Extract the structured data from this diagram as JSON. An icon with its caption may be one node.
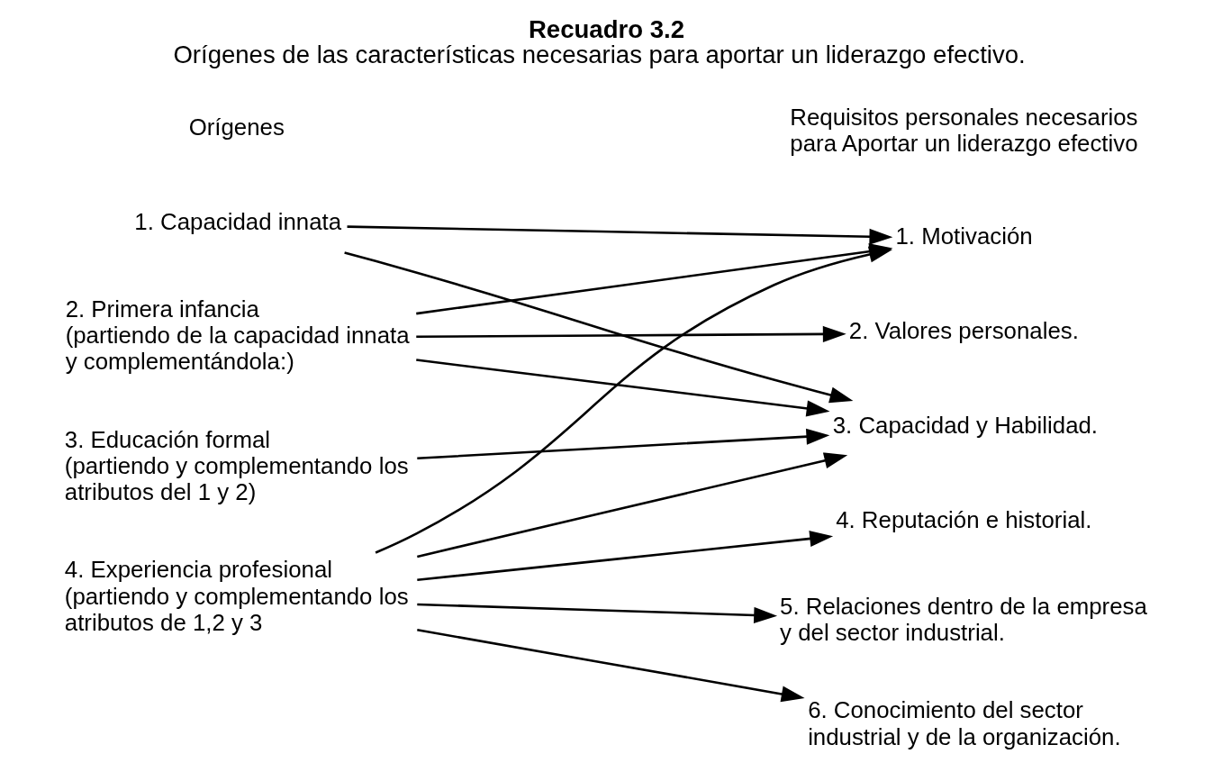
{
  "diagram": {
    "title": "Recuadro 3.2",
    "caption": "Orígenes de las características necesarias para aportar un liderazgo efectivo.",
    "nodes": [
      {
        "text": [
          "1. Capacidad innata"
        ]
      },
      {
        "text": [
          "2. Primera infancia",
          "(partiendo de la capacidad innata y complementándola:)"
        ]
      },
      {
        "text": [
          "3. Educación formal",
          "(partiendo y complementando los atributos del 1 y 2)"
        ]
      },
      {
        "text": [
          "4. Experiencia profesional",
          "(partiendo y complementando los atributos de 1,2 y 3"
        ]
      },
      {
        "text": [
          "1. Motivación"
        ]
      },
      {
        "text": [
          "2. Valores personales."
        ]
      },
      {
        "text": [
          "3. Capacidad y Habilidad."
        ]
      },
      {
        "text": [
          "4. Reputación e historial."
        ]
      },
      {
        "text": [
          "5. Relaciones dentro de la empresa y del sector industrial."
        ]
      },
      {
        "text": [
          "6. Conocimiento del sector industrial y de la organización."
        ]
      }
    ],
    "edges": [
      {
        "from": 0,
        "to": 4,
        "arrow": "to"
      },
      {
        "from": 0,
        "to": 6,
        "arrow": "to"
      },
      {
        "from": 1,
        "to": 5,
        "arrow": "to"
      },
      {
        "from": 1,
        "to": 4,
        "arrow": "to"
      },
      {
        "from": 1,
        "to": 6,
        "arrow": "to"
      },
      {
        "from": 2,
        "to": 6,
        "arrow": "to"
      },
      {
        "from": 3,
        "to": 4,
        "arrow": "to"
      },
      {
        "from": 3,
        "to": 6,
        "arrow": "to"
      },
      {
        "from": 3,
        "to": 7,
        "arrow": "to"
      },
      {
        "from": 3,
        "to": 8,
        "arrow": "to"
      },
      {
        "from": 3,
        "to": 9,
        "arrow": "to"
      }
    ],
    "labels": [
      "Orígenes",
      "Requisitos personales necesarios para Aportar un liderazgo efectivo"
    ]
  }
}
